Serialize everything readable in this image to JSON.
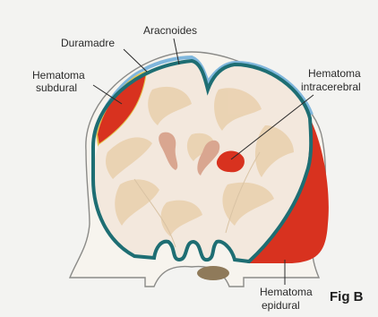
{
  "labels": {
    "aracnoides": "Aracnoides",
    "duramadre": "Duramadre",
    "hematoma_subdural_1": "Hematoma",
    "hematoma_subdural_2": "subdural",
    "hematoma_intracerebral_1": "Hematoma",
    "hematoma_intracerebral_2": "intracerebral",
    "hematoma_epidural_1": "Hematoma",
    "hematoma_epidural_2": "epidural",
    "figure": "Fig B"
  },
  "colors": {
    "background": "#f3f3f1",
    "skull": "#f7f4ee",
    "skull_outline": "#8b8b88",
    "brain": "#f3e8dd",
    "white_matter": "#ead2b1",
    "dura": "#1e6e73",
    "arachnoid": "#7fb6dc",
    "hematoma": "#d8321f",
    "subdural_edge": "#e4c552",
    "ventricle": "#d9a690",
    "sinus": "#8f7a5a"
  }
}
